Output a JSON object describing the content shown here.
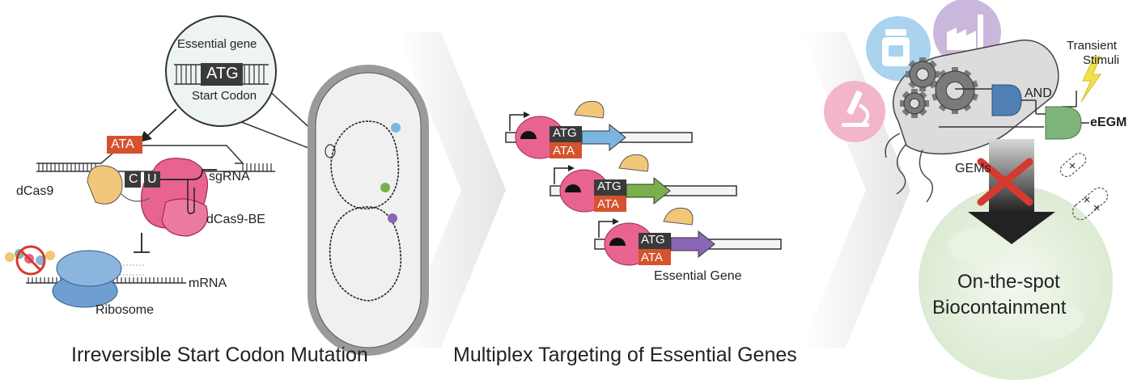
{
  "panel1": {
    "zoom_title": "Essential gene",
    "zoom_codon": "ATG",
    "zoom_subtitle": "Start Codon",
    "mutant_codon": "ATA",
    "deaminase_bases": [
      "C",
      "U"
    ],
    "label_sgrna": "sgRNA",
    "label_dcas9": "dCas9",
    "label_dcas9_be": "dCas9-BE",
    "label_mrna": "mRNA",
    "label_ribosome": "Ribosome",
    "caption": "Irreversible Start Codon Mutation"
  },
  "panel2": {
    "rows": [
      {
        "top": "ATG",
        "bottom": "ATA",
        "arrow_color": "#7ab6e0"
      },
      {
        "top": "ATG",
        "bottom": "ATA",
        "arrow_color": "#79b04a"
      },
      {
        "top": "ATG",
        "bottom": "ATA",
        "arrow_color": "#8a67b5"
      }
    ],
    "label": "Essential Gene",
    "caption": "Multiplex Targeting of Essential Genes"
  },
  "panel3": {
    "label_transient": "Transient",
    "label_stimuli": "Stimuli",
    "label_and": "AND",
    "label_output": "eEGM",
    "label_gems": "GEMs",
    "label_result": "On-the-spot",
    "label_result2": "Biocontainment"
  },
  "colors": {
    "codon_dark": "#3a3a3a",
    "codon_mutant": "#d4532e",
    "cas9_pink": "#e8648f",
    "deaminase_yellow": "#f2c77a",
    "ribosome_blue": "#6f9fd0",
    "gate_blue": "#4f7fb5",
    "gate_green": "#7fb47a",
    "cross_red": "#d63a2e",
    "icon_pink": "#f3b6c8",
    "icon_blue": "#a9d3ef",
    "icon_purple": "#c9b8dc"
  }
}
